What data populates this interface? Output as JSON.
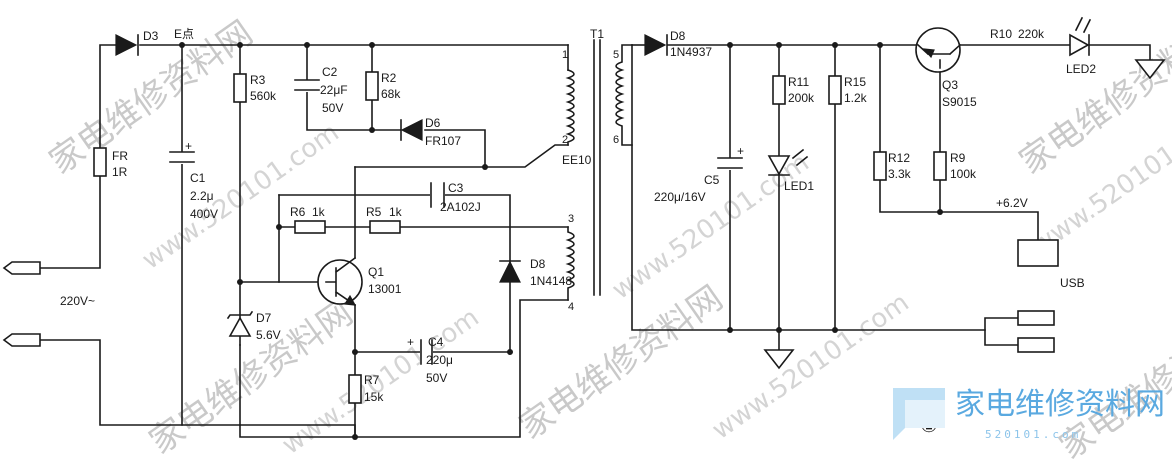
{
  "labels": {
    "d3": "D3",
    "e_point": "E点",
    "fr": "FR",
    "fr_val": "1R",
    "c1": "C1",
    "c1_val": "2.2μ",
    "c1_v": "400V",
    "r3": "R3",
    "r3_val": "560k",
    "c2": "C2",
    "c2_val": "22μF",
    "c2_v": "50V",
    "r2": "R2",
    "r2_val": "68k",
    "d6": "D6",
    "d6_val": "FR107",
    "c3": "C3",
    "c3_val": "2A102J",
    "r6": "R6",
    "r6_val": "1k",
    "r5": "R5",
    "r5_val": "1k",
    "q1": "Q1",
    "q1_val": "13001",
    "d8a": "D8",
    "d8a_val": "1N4148",
    "d7": "D7",
    "d7_val": "5.6V",
    "c4": "C4",
    "c4_val": "220μ",
    "c4_v": "50V",
    "r7": "R7",
    "r7_val": "15k",
    "ac_in": "220V~",
    "t1": "T1",
    "core": "EE10",
    "pin1": "1",
    "pin2": "2",
    "pin3": "3",
    "pin4": "4",
    "pin5": "5",
    "pin6": "6",
    "d8b": "D8",
    "d8b_val": "1N4937",
    "c5": "C5",
    "c5_val": "220μ/16V",
    "r11": "R11",
    "r11_val": "200k",
    "led1": "LED1",
    "r15": "R15",
    "r15_val": "1.2k",
    "r12": "R12",
    "r12_val": "3.3k",
    "q3": "Q3",
    "q3_val": "S9015",
    "r9": "R9",
    "r9_val": "100k",
    "r10": "R10",
    "r10_val": "220k",
    "led2": "LED2",
    "v_out": "+6.2V",
    "usb": "USB",
    "figure_no": "①"
  },
  "watermark": {
    "cn": "家电维修资料网",
    "url": "www.520101.com",
    "logo_cn": "家电维修资料网",
    "logo_url": "520101.com"
  },
  "colors": {
    "line": "#1a1a1a",
    "watermark": "#d4d4d4",
    "logo": "#5aa9e0"
  }
}
